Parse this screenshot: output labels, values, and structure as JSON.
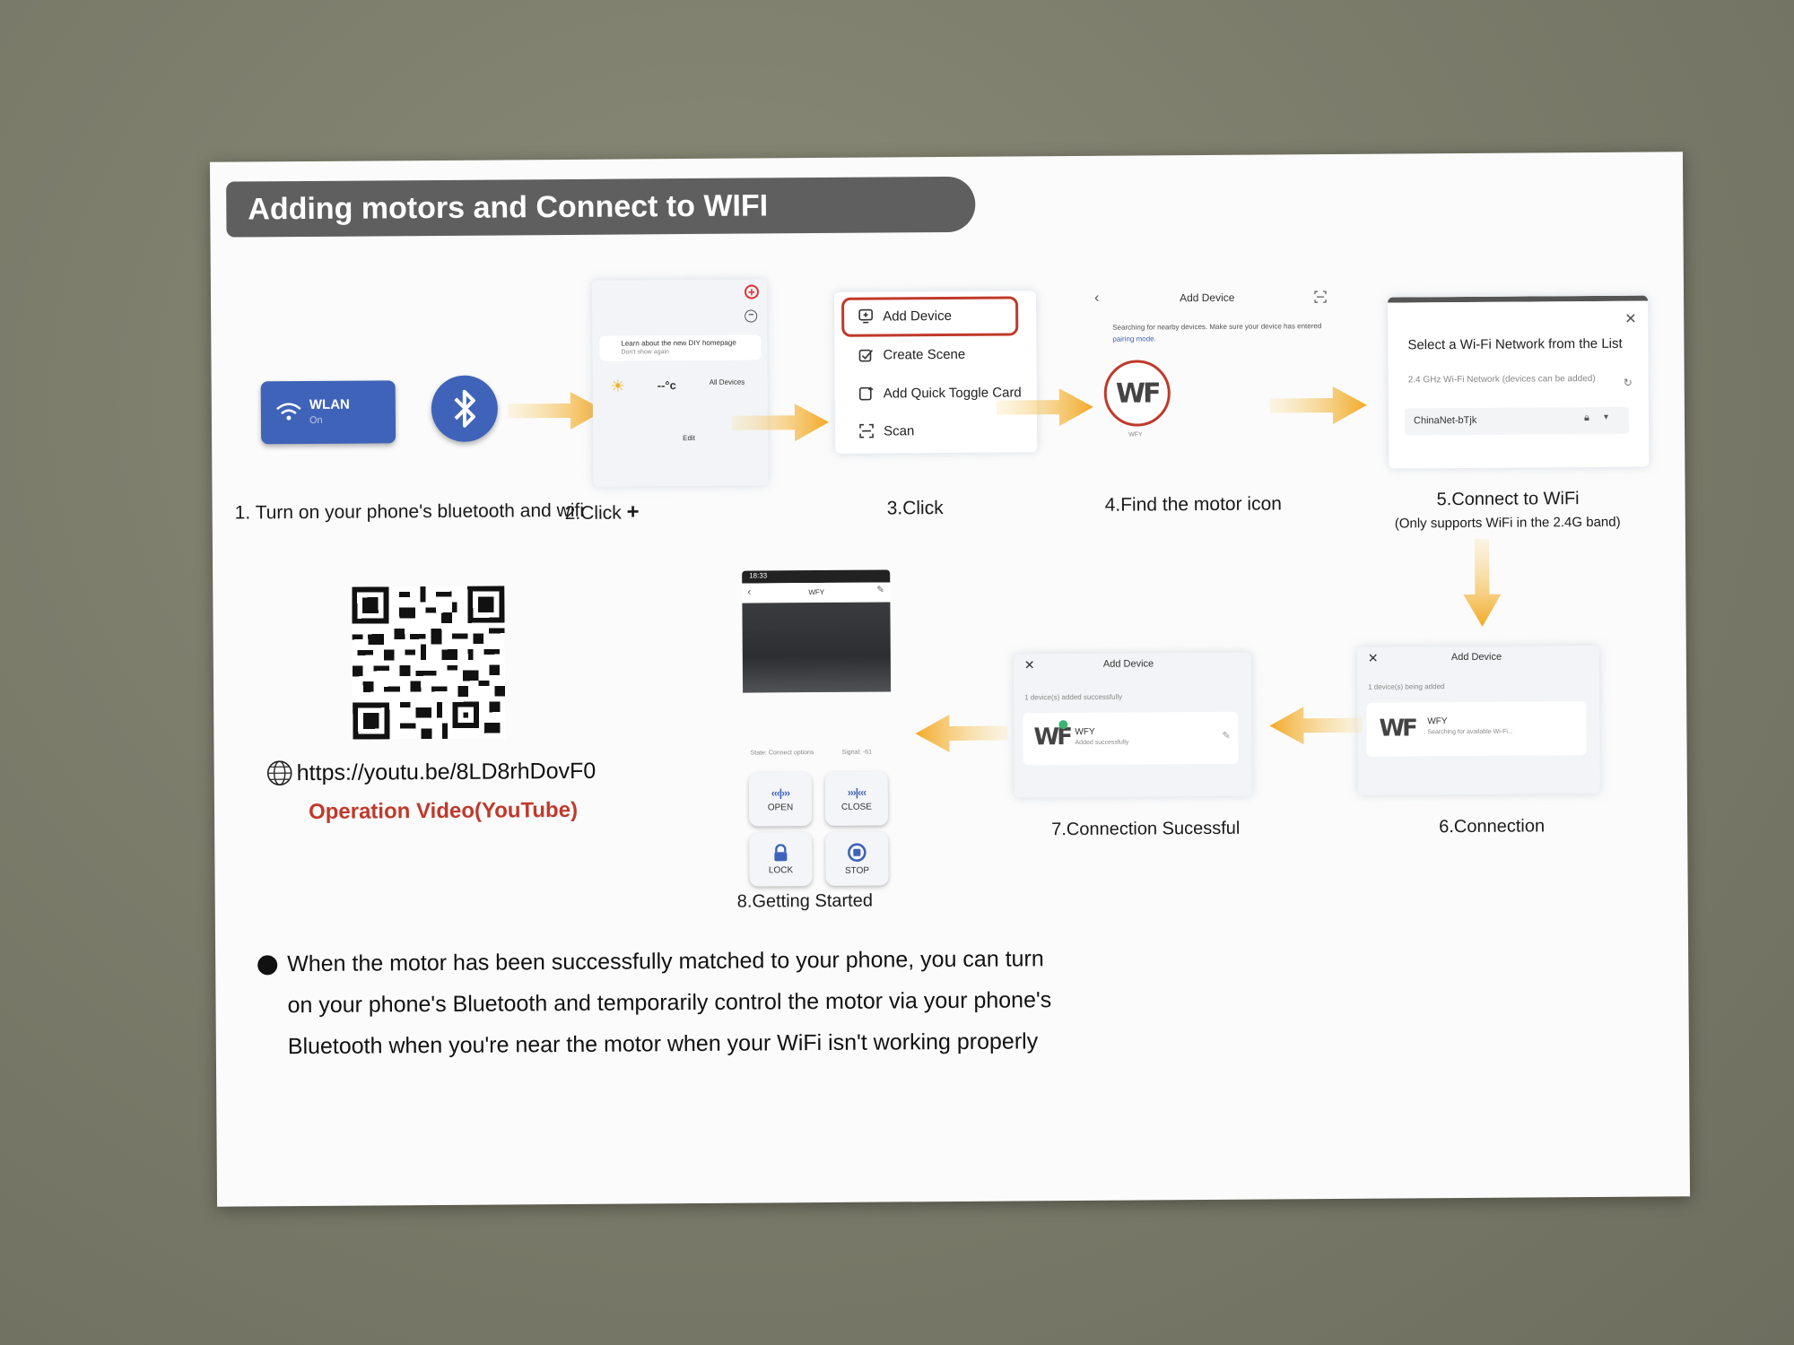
{
  "banner": {
    "title": "Adding motors and Connect to WIFI"
  },
  "step1": {
    "label": "1. Turn on your phone's bluetooth and wifi",
    "wlan_title": "WLAN",
    "wlan_state": "On"
  },
  "step2": {
    "label": "2.Click",
    "plus": "+",
    "tip_title": "Learn about the new DIY homepage",
    "tip_sub": "Don't show again",
    "temp": "--°c",
    "all_devices": "All Devices",
    "edit": "Edit"
  },
  "step3": {
    "label": "3.Click",
    "menu": [
      "Add Device",
      "Create Scene",
      "Add Quick Toggle Card",
      "Scan"
    ]
  },
  "step4": {
    "label": "4.Find the motor icon",
    "header": "Add Device",
    "searching": "Searching for nearby devices. Make sure your device has entered",
    "pairing": "pairing mode.",
    "logo": "WF",
    "device": "WFY"
  },
  "step5": {
    "label": "5.Connect to WiFi",
    "note": "(Only supports WiFi in the 2.4G band)",
    "title": "Select a Wi-Fi Network from the List",
    "sub": "2.4 GHz Wi-Fi Network (devices can be added)",
    "network": "ChinaNet-bTjk"
  },
  "step6": {
    "label": "6.Connection",
    "header": "Add Device",
    "status": "1 device(s) being added",
    "device": "WFY",
    "device_sub": "Searching for available Wi-Fi...",
    "logo": "WF"
  },
  "step7": {
    "label": "7.Connection Sucessful",
    "header": "Add Device",
    "status": "1 device(s) added successfully",
    "device": "WFY",
    "device_sub": "Added successfully",
    "logo": "WF"
  },
  "step8": {
    "label": "8.Getting Started",
    "time": "18:33",
    "title": "WFY",
    "state": "State: Connect options",
    "signal": "Signal: -61",
    "buttons": [
      "OPEN",
      "CLOSE",
      "LOCK",
      "STOP"
    ]
  },
  "video": {
    "url": "https://youtu.be/8LD8rhDovF0",
    "label": "Operation Video(YouTube)"
  },
  "note": {
    "line1": "When the motor has been successfully matched to your phone, you can turn",
    "line2": "on your phone's Bluetooth and temporarily control the motor via your phone's",
    "line3": "Bluetooth when you're near the motor when your WiFi isn't working properly"
  },
  "colors": {
    "banner": "#5f5f5f",
    "accent_red": "#c0392b",
    "blue": "#3f63b8",
    "arrow": "#f2b33c"
  }
}
